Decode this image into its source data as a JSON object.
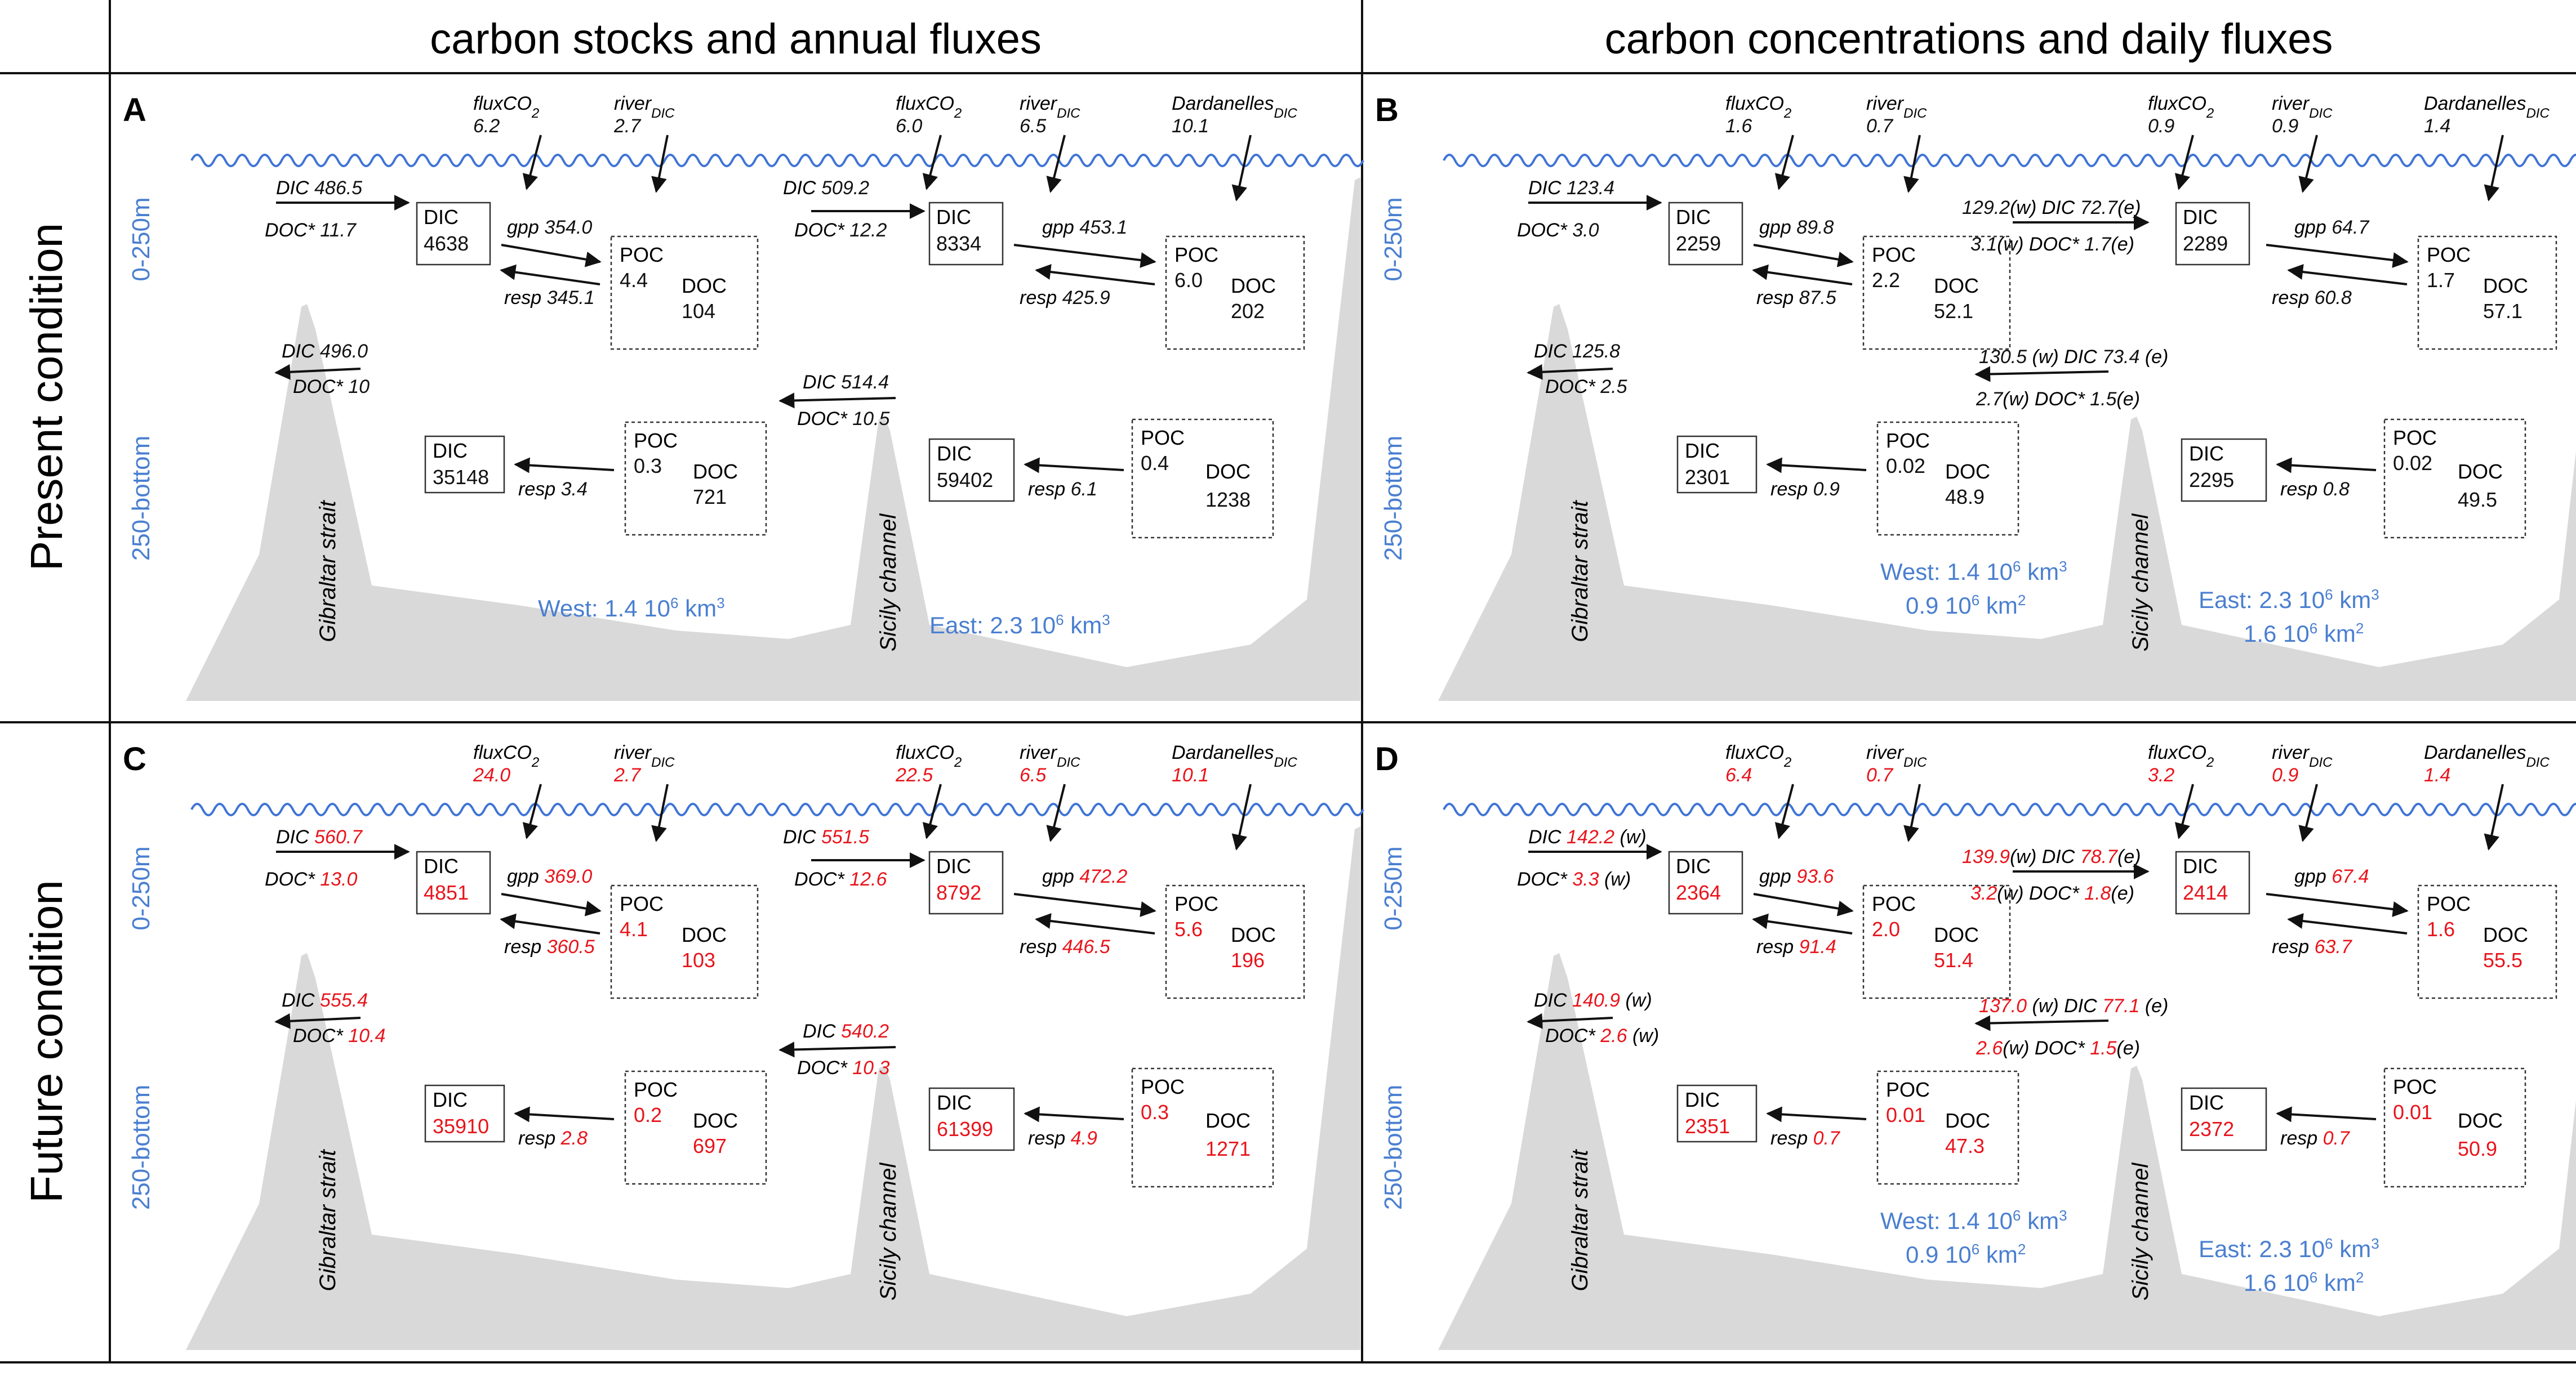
{
  "headers": {
    "left": "carbon stocks and annual fluxes",
    "right": "carbon concentrations and daily fluxes"
  },
  "row_labels": {
    "top": "Present condition",
    "bottom": "Future condition"
  },
  "common": {
    "depth_surface": "0-250m",
    "depth_deep": "250-bottom",
    "gibraltar": "Gibraltar strait",
    "sicily": "Sicily channel",
    "flux_co2": "fluxCO",
    "flux_co2_sub": "2",
    "river": "river",
    "river_sub": "DIC",
    "dardanelles": "Dardanelles",
    "dardanelles_sub": "DIC",
    "dic": "DIC",
    "poc": "POC",
    "doc": "DOC",
    "docstar": "DOC*",
    "gpp": "gpp",
    "resp": "resp",
    "west_vol": "West: 1.4 10",
    "east_vol": "East: 2.3 10",
    "sup6": "6",
    "sup3": "3",
    "sup2": "2",
    "km": " km",
    "west_area": "0.9 10",
    "east_area": "1.6 10",
    "w": "(w)",
    "e": "(e)"
  },
  "panels": {
    "A": {
      "letter": "A",
      "flux_w": "6.2",
      "river_w": "2.7",
      "flux_e": "6.0",
      "river_e": "6.5",
      "dard": "10.1",
      "gib_in_dic": "486.5",
      "gib_in_doc": "11.7",
      "gib_out_dic": "496.0",
      "gib_out_doc": "10",
      "sic_in_dic": "509.2",
      "sic_in_doc": "12.2",
      "sic_out_dic": "514.4",
      "sic_out_doc": "10.5",
      "w_dic": "4638",
      "w_gpp": "354.0",
      "w_resp": "345.1",
      "w_poc": "4.4",
      "w_doc": "104",
      "e_dic": "8334",
      "e_gpp": "453.1",
      "e_resp": "425.9",
      "e_poc": "6.0",
      "e_doc": "202",
      "wd_dic": "35148",
      "wd_resp": "3.4",
      "wd_poc": "0.3",
      "wd_doc": "721",
      "ed_dic": "59402",
      "ed_resp": "6.1",
      "ed_poc": "0.4",
      "ed_doc": "1238"
    },
    "B": {
      "letter": "B",
      "flux_w": "1.6",
      "river_w": "0.7",
      "flux_e": "0.9",
      "river_e": "0.9",
      "dard": "1.4",
      "gib_in_dic": "123.4",
      "gib_in_doc": "3.0",
      "gib_out_dic": "125.8",
      "gib_out_doc": "2.5",
      "sic_in_dic_w": "129.2",
      "sic_in_dic_e": "72.7",
      "sic_in_doc_w": "3.1",
      "sic_in_doc_e": "1.7",
      "sic_out_dic_w": "130.5",
      "sic_out_dic_e": "73.4",
      "sic_out_doc_w": "2.7",
      "sic_out_doc_e": "1.5",
      "w_dic": "2259",
      "w_gpp": "89.8",
      "w_resp": "87.5",
      "w_poc": "2.2",
      "w_doc": "52.1",
      "e_dic": "2289",
      "e_gpp": "64.7",
      "e_resp": "60.8",
      "e_poc": "1.7",
      "e_doc": "57.1",
      "wd_dic": "2301",
      "wd_resp": "0.9",
      "wd_poc": "0.02",
      "wd_doc": "48.9",
      "ed_dic": "2295",
      "ed_resp": "0.8",
      "ed_poc": "0.02",
      "ed_doc": "49.5"
    },
    "C": {
      "letter": "C",
      "flux_w": "24.0",
      "river_w": "2.7",
      "flux_e": "22.5",
      "river_e": "6.5",
      "dard": "10.1",
      "gib_in_dic": "560.7",
      "gib_in_doc": "13.0",
      "gib_out_dic": "555.4",
      "gib_out_doc": "10.4",
      "sic_in_dic": "551.5",
      "sic_in_doc": "12.6",
      "sic_out_dic": "540.2",
      "sic_out_doc": "10.3",
      "w_dic": "4851",
      "w_gpp": "369.0",
      "w_resp": "360.5",
      "w_poc": "4.1",
      "w_doc": "103",
      "e_dic": "8792",
      "e_gpp": "472.2",
      "e_resp": "446.5",
      "e_poc": "5.6",
      "e_doc": "196",
      "wd_dic": "35910",
      "wd_resp": "2.8",
      "wd_poc": "0.2",
      "wd_doc": "697",
      "ed_dic": "61399",
      "ed_resp": "4.9",
      "ed_poc": "0.3",
      "ed_doc": "1271"
    },
    "D": {
      "letter": "D",
      "flux_w": "6.4",
      "river_w": "0.7",
      "flux_e": "3.2",
      "river_e": "0.9",
      "dard": "1.4",
      "gib_in_dic": "142.2",
      "gib_in_doc": "3.3",
      "gib_out_dic": "140.9",
      "gib_out_doc": "2.6",
      "sic_in_dic_w": "139.9",
      "sic_in_dic_e": "78.7",
      "sic_in_doc_w": "3.2",
      "sic_in_doc_e": "1.8",
      "sic_out_dic_w": "137.0",
      "sic_out_dic_e": "77.1",
      "sic_out_doc_w": "2.6",
      "sic_out_doc_e": "1.5",
      "w_dic": "2364",
      "w_gpp": "93.6",
      "w_resp": "91.4",
      "w_poc": "2.0",
      "w_doc": "51.4",
      "e_dic": "2414",
      "e_gpp": "67.4",
      "e_resp": "63.7",
      "e_poc": "1.6",
      "e_doc": "55.5",
      "wd_dic": "2351",
      "wd_resp": "0.7",
      "wd_poc": "0.01",
      "wd_doc": "47.3",
      "ed_dic": "2372",
      "ed_resp": "0.7",
      "ed_poc": "0.01",
      "ed_doc": "50.9"
    }
  },
  "colors": {
    "blue": "#4a7fd0",
    "red": "#e8141b",
    "basin": "#d9d9d9",
    "wave": "#3f74d6"
  }
}
